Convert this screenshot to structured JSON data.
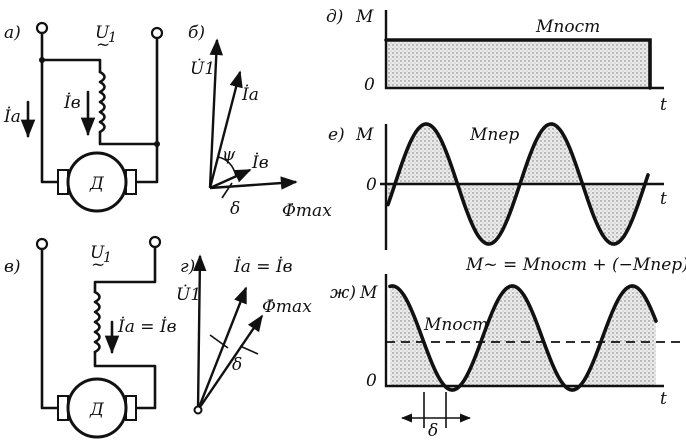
{
  "labels": {
    "a": "а)",
    "b": "б)",
    "v": "в)",
    "g": "г)",
    "d": "д)",
    "e": "е)",
    "zh": "ж)",
    "motor_a": "Д",
    "motor_v": "Д",
    "U1": "U",
    "U1_sub": "1",
    "Ia": "İa",
    "Ib": "İв",
    "Ia_eq": "İa = İв",
    "b_U1": "U̇1",
    "b_Ia": "İa",
    "b_Ib": "İв",
    "b_psi": "ψ",
    "b_delta": "δ",
    "b_phi": "Φ̇max",
    "g_U1": "U̇1",
    "g_Ia": "İa = İв",
    "g_phi": "Φ̇max",
    "g_delta": "δ",
    "d_M": "M",
    "d_zero": "0",
    "d_t": "t",
    "d_Mpost": "Mпост",
    "e_M": "M",
    "e_zero": "0",
    "e_t": "t",
    "e_Mper": "Mпер",
    "zh_M": "M",
    "zh_zero": "0",
    "zh_t": "t",
    "zh_Mpost": "Mпост",
    "zh_formula": "M~ = Mпост + (−Mпер)",
    "zh_delta": "δ"
  },
  "chart_data": [
    {
      "type": "area",
      "panel": "д",
      "series": [
        {
          "name": "Mпост",
          "kind": "constant",
          "value": 1
        }
      ],
      "ylim": [
        0,
        1.2
      ],
      "xlabel": "t",
      "ylabel": "M"
    },
    {
      "type": "line",
      "panel": "е",
      "series": [
        {
          "name": "Mпер",
          "kind": "sine",
          "amplitude": 1,
          "periods": 2
        }
      ],
      "ylim": [
        -1,
        1
      ],
      "xlabel": "t",
      "ylabel": "M"
    },
    {
      "type": "line",
      "panel": "ж",
      "series": [
        {
          "name": "M~",
          "kind": "sine",
          "offset": "Mпост",
          "periods": 2.2
        }
      ],
      "xlabel": "t",
      "ylabel": "M"
    }
  ]
}
